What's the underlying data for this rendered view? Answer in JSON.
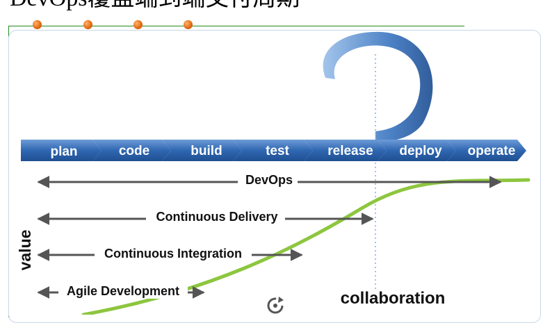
{
  "slide": {
    "title": "DevOps覆盖端到端交付周期"
  },
  "pipeline": {
    "stages": [
      "plan",
      "code",
      "build",
      "test",
      "release",
      "deploy",
      "operate"
    ]
  },
  "spans": {
    "devops": "DevOps",
    "continuous_delivery": "Continuous Delivery",
    "continuous_integration": "Continuous Integration",
    "agile_development": "Agile Development"
  },
  "axis": {
    "value": "value"
  },
  "collaboration": "collaboration",
  "colors": {
    "chevron": "#2f67b1",
    "curve": "#8dc63f",
    "arrow": "#555555",
    "bullet": "#e0670f",
    "frame": "#1e8a1e"
  },
  "icons": [
    "refresh-icon"
  ]
}
